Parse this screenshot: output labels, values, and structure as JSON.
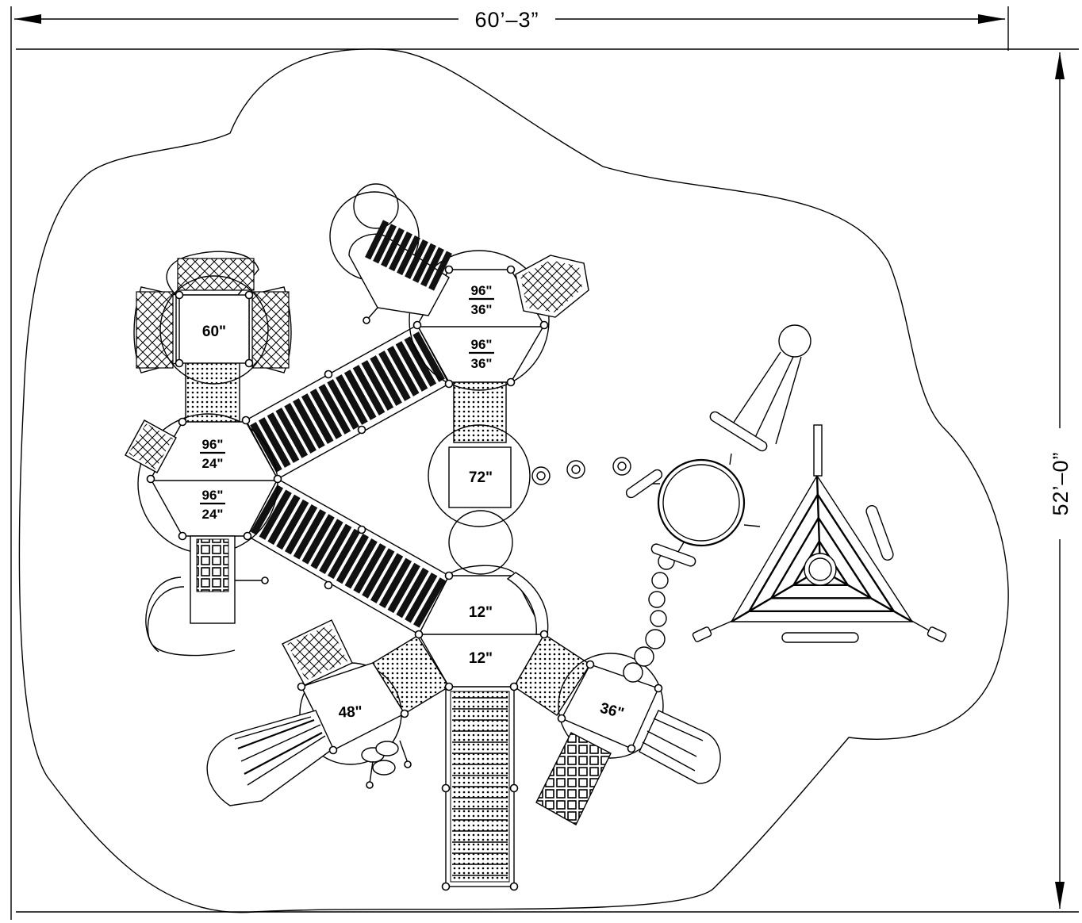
{
  "dimensions": {
    "width_label": "60’–3”",
    "height_label": "52’–0”"
  },
  "decks": {
    "top_left": "60\"",
    "left_upper": {
      "num": "96\"",
      "den": "24\""
    },
    "left_lower": {
      "num": "96\"",
      "den": "24\""
    },
    "top_center_upper": {
      "num": "96\"",
      "den": "36\""
    },
    "top_center_lower": {
      "num": "96\"",
      "den": "36\""
    },
    "center": "72\"",
    "hub_upper": "12\"",
    "hub_lower": "12\"",
    "bottom_left": "48\"",
    "bottom_right": "36\""
  },
  "colors": {
    "line": "#000000",
    "background": "#ffffff"
  }
}
